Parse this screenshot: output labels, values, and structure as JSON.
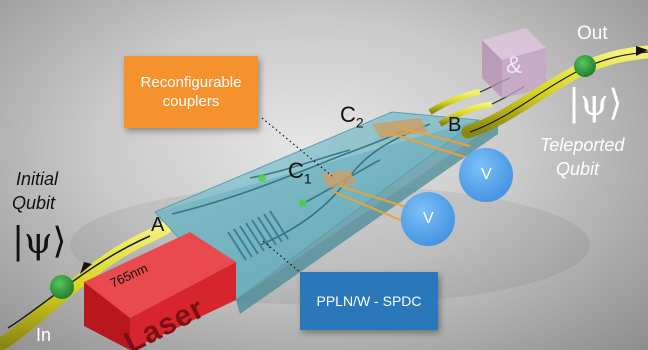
{
  "colors": {
    "chip": "#6fb6c4",
    "fiber": "#e3e02e",
    "node": "#2e9d3a",
    "detector": "#5aa9ee",
    "laser": "#d7252d",
    "orange_callout": "#f5922e",
    "blue_callout": "#2a78b9",
    "electrode": "#e8a23a",
    "logic_box": "#c9a3c8"
  },
  "labels": {
    "out": "Out",
    "in": "In",
    "a": "A",
    "b": "B",
    "c1_base": "C",
    "c1_sub": "1",
    "c2_base": "C",
    "c2_sub": "2",
    "initial_line1": "Initial",
    "initial_line2": "Qubit",
    "teleported_line1": "Teleported",
    "teleported_line2": "Qubit",
    "ket_psi": "|ψ⟩",
    "laser_wavelength": "765nm",
    "laser_word": "Laser",
    "detector_v": "V",
    "and_symbol": "&"
  },
  "callouts": {
    "reconfigurable_line1": "Reconfigurable",
    "reconfigurable_line2": "couplers",
    "ppln": "PPLN/W - SPDC"
  },
  "icons": [
    "arrow-out-icon",
    "arrow-in-icon",
    "and-gate-box-icon",
    "laser-block-icon",
    "detector-icon"
  ]
}
